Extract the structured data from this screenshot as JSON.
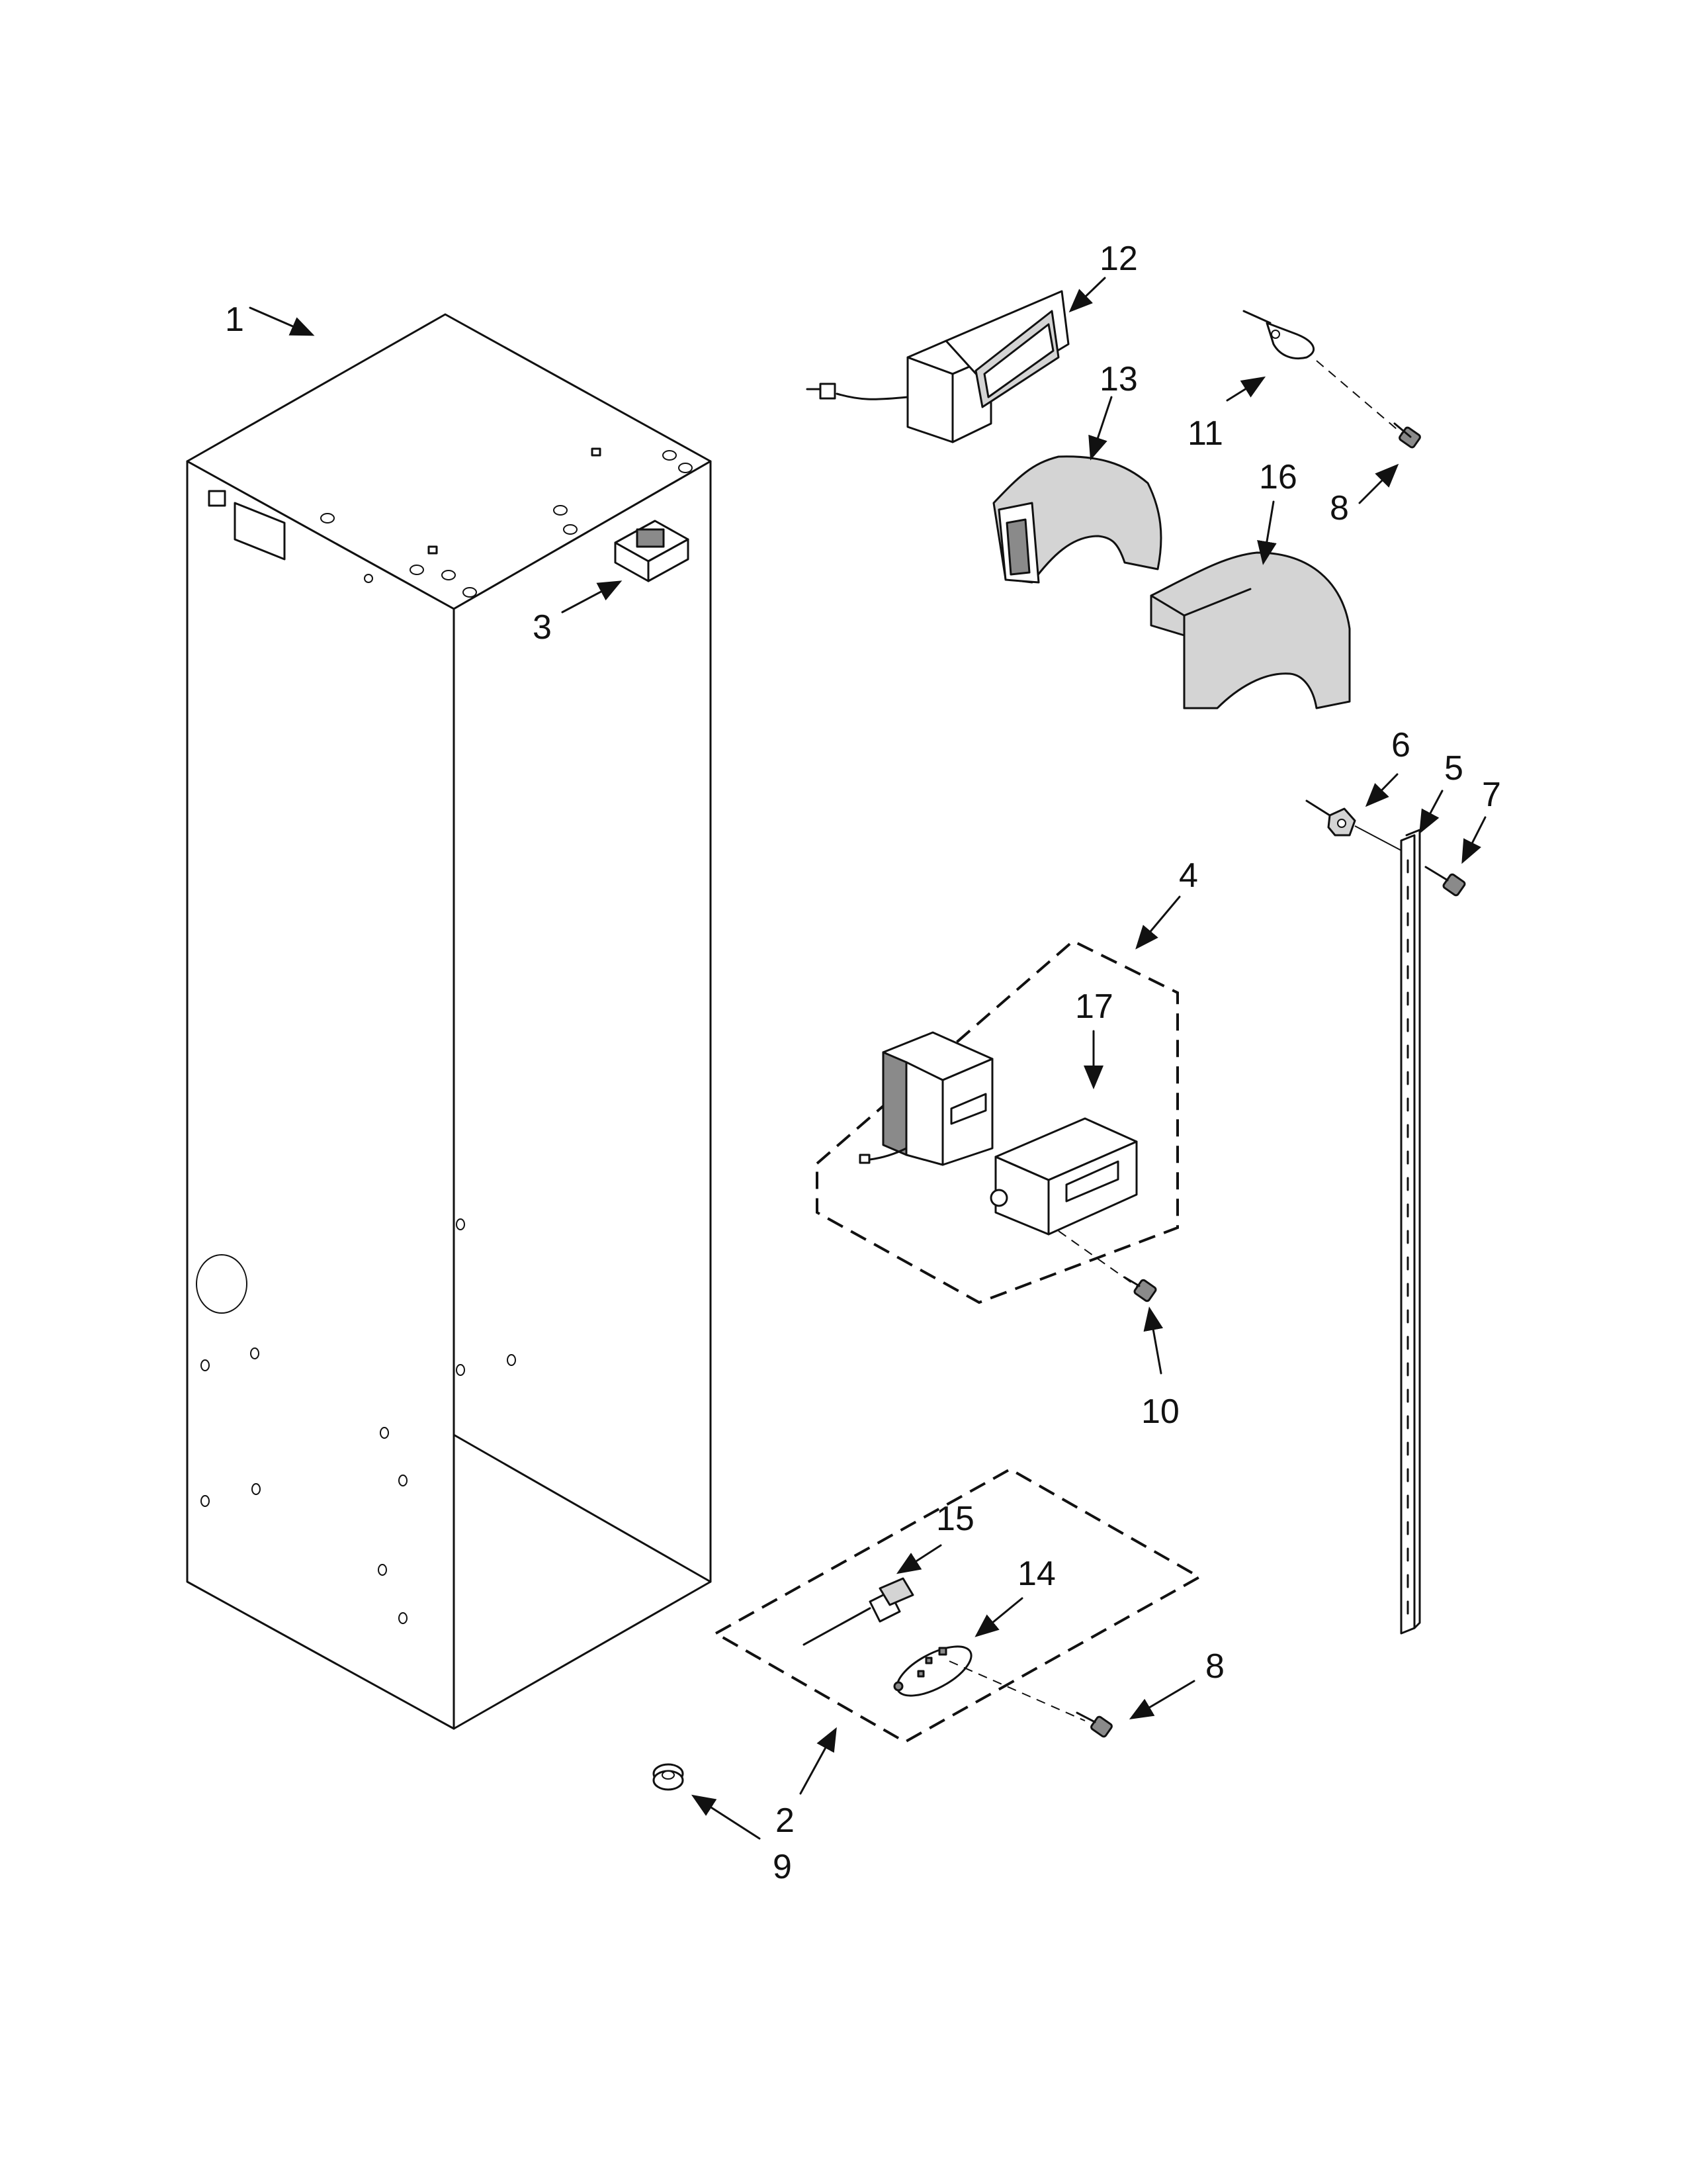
{
  "callouts": [
    {
      "id": "1",
      "label": "1"
    },
    {
      "id": "2",
      "label": "2"
    },
    {
      "id": "3",
      "label": "3"
    },
    {
      "id": "4",
      "label": "4"
    },
    {
      "id": "5",
      "label": "5"
    },
    {
      "id": "6",
      "label": "6"
    },
    {
      "id": "7",
      "label": "7"
    },
    {
      "id": "8a",
      "label": "8"
    },
    {
      "id": "8b",
      "label": "8"
    },
    {
      "id": "9",
      "label": "9"
    },
    {
      "id": "10",
      "label": "10"
    },
    {
      "id": "11",
      "label": "11"
    },
    {
      "id": "12",
      "label": "12"
    },
    {
      "id": "13",
      "label": "13"
    },
    {
      "id": "14",
      "label": "14"
    },
    {
      "id": "15",
      "label": "15"
    },
    {
      "id": "16",
      "label": "16"
    },
    {
      "id": "17",
      "label": "17"
    }
  ],
  "colors": {
    "line": "#111111",
    "shade": "#d4d4d4",
    "dark": "#8a8a8a",
    "background": "#ffffff"
  }
}
